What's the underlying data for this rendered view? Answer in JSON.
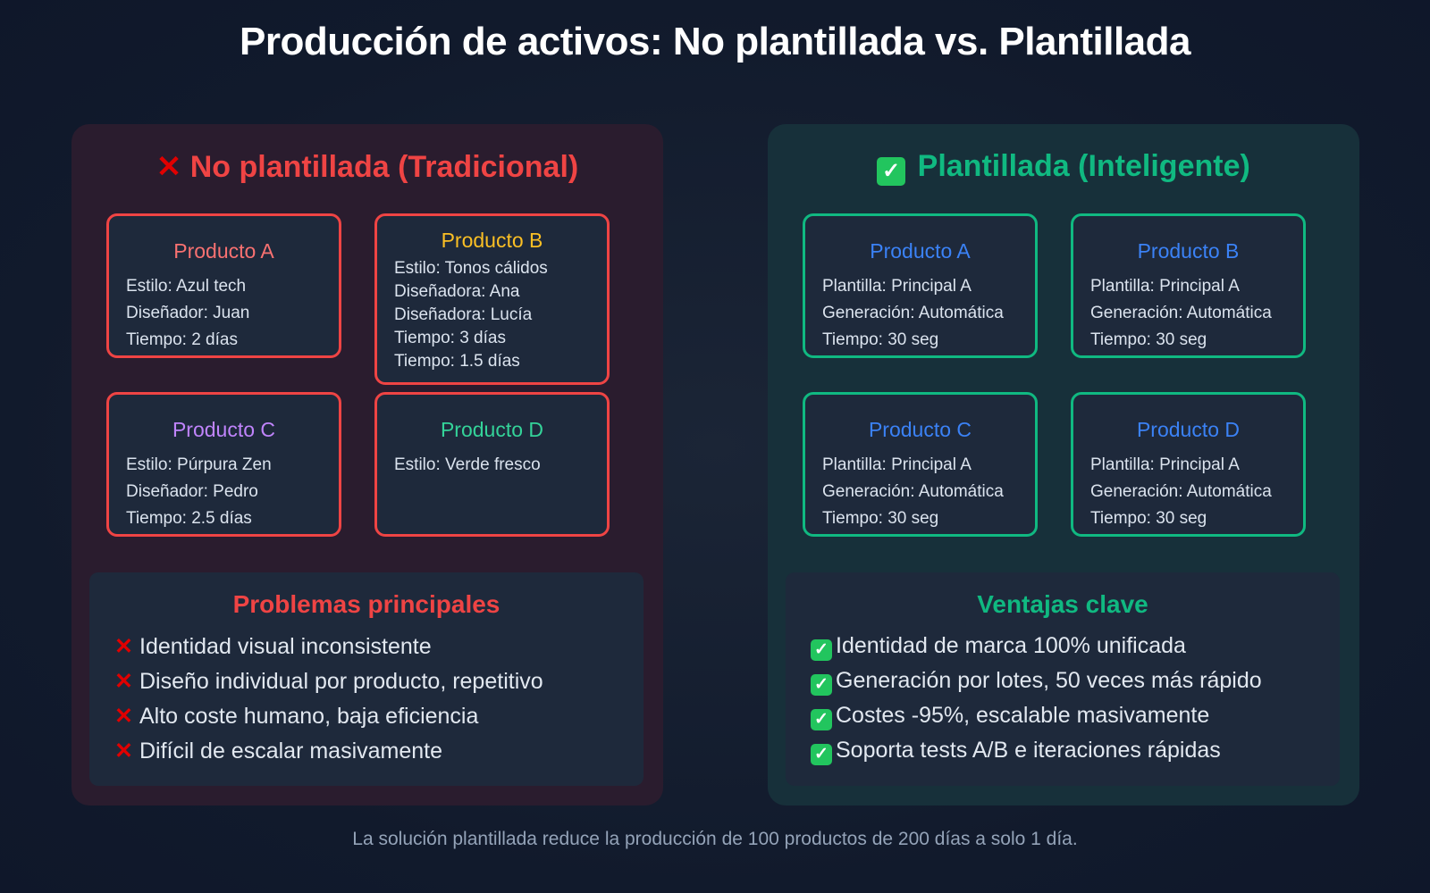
{
  "title": "Producción de activos: No plantillada vs. Plantillada",
  "left": {
    "heading": "No plantillada (Tradicional)",
    "icon": "cross-mark",
    "border_color": "#ef4444",
    "cards": [
      {
        "title": "Producto A",
        "title_color": "#f87171",
        "lines": [
          "Estilo: Azul tech",
          "Diseñador: Juan",
          "Tiempo: 2 días"
        ]
      },
      {
        "title": "Producto B",
        "title_color": "#fbbf24",
        "lines": [
          "Estilo: Tonos cálidos",
          "Diseñadora: Ana",
          "Tiempo: 3 días"
        ],
        "overlap_lines": [
          "Diseñadora: Lucía",
          "Tiempo: 1.5 días"
        ]
      },
      {
        "title": "Producto C",
        "title_color": "#c084fc",
        "lines": [
          "Estilo: Púrpura Zen",
          "Diseñador: Pedro",
          "Tiempo: 2.5 días"
        ]
      },
      {
        "title": "Producto D",
        "title_color": "#34d399",
        "lines": [
          "Estilo: Verde fresco"
        ]
      }
    ],
    "box": {
      "heading": "Problemas principales",
      "items": [
        "Identidad visual inconsistente",
        "Diseño individual por producto, repetitivo",
        "Alto coste humano, baja eficiencia",
        "Difícil de escalar masivamente"
      ]
    }
  },
  "right": {
    "heading": "Plantillada (Inteligente)",
    "icon": "check-mark",
    "border_color": "#10b981",
    "cards": [
      {
        "title": "Producto A",
        "title_color": "#3b82f6",
        "lines": [
          "Plantilla: Principal A",
          "Generación: Automática",
          "Tiempo: 30 seg"
        ]
      },
      {
        "title": "Producto B",
        "title_color": "#3b82f6",
        "lines": [
          "Plantilla: Principal A",
          "Generación: Automática",
          "Tiempo: 30 seg"
        ]
      },
      {
        "title": "Producto C",
        "title_color": "#3b82f6",
        "lines": [
          "Plantilla: Principal A",
          "Generación: Automática",
          "Tiempo: 30 seg"
        ]
      },
      {
        "title": "Producto D",
        "title_color": "#3b82f6",
        "lines": [
          "Plantilla: Principal A",
          "Generación: Automática",
          "Tiempo: 30 seg"
        ]
      }
    ],
    "box": {
      "heading": "Ventajas clave",
      "items": [
        "Identidad de marca 100% unificada",
        "Generación por lotes, 50 veces más rápido",
        "Costes -95%, escalable masivamente",
        "Soporta tests A/B e iteraciones rápidas"
      ]
    }
  },
  "footer": "La solución plantillada reduce la producción de 100 productos de 200 días a solo 1 día."
}
